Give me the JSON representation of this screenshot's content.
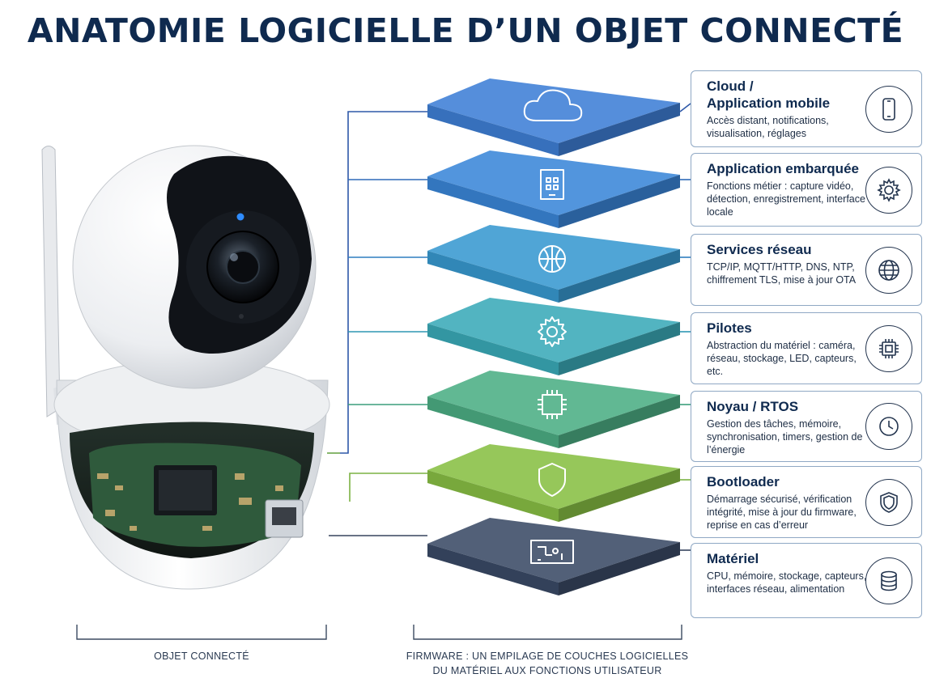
{
  "title": "ANATOMIE LOGICIELLE D’UN OBJET CONNECTÉ",
  "layers": [
    {
      "title_line1": "Cloud /",
      "title_line2": "Application mobile",
      "desc": "Accès distant, notifications, visualisation, réglages",
      "icon": "smartphone-icon",
      "color": "#3e7fd6"
    },
    {
      "title_line1": "Application embarquée",
      "title_line2": "",
      "desc": "Fonctions métier : capture vidéo, détection, enregistrement, interface locale",
      "icon": "gear-icon",
      "color": "#3a86d8"
    },
    {
      "title_line1": "Services réseau",
      "title_line2": "",
      "desc": "TCP/IP, MQTT/HTTP, DNS, NTP, chiffrement TLS, mise à jour OTA",
      "icon": "globe-icon",
      "color": "#3899d0"
    },
    {
      "title_line1": "Pilotes",
      "title_line2": "",
      "desc": "Abstraction du matériel : caméra, réseau, stockage, LED, capteurs, etc.",
      "icon": "chip-icon",
      "color": "#3aaab8"
    },
    {
      "title_line1": "Noyau / RTOS",
      "title_line2": "",
      "desc": "Gestion des tâches, mémoire, synchronisation, timers, gestion de l’énergie",
      "icon": "clock-icon",
      "color": "#4cae84"
    },
    {
      "title_line1": "Bootloader",
      "title_line2": "",
      "desc": "Démarrage sécurisé, vérification intégrité, mise à jour du firmware, reprise en cas d’erreur",
      "icon": "shield-icon",
      "color": "#88bf44"
    },
    {
      "title_line1": "Matériel",
      "title_line2": "",
      "desc": "CPU, mémoire, stockage, capteurs, interfaces réseau, alimentation",
      "icon": "database-icon",
      "color": "#3a4a66"
    }
  ],
  "captions": {
    "device": "OBJET CONNECTÉ",
    "firmware_line1": "FIRMWARE : UN EMPILAGE DE COUCHES LOGICIELLES",
    "firmware_line2": "DU MATÉRIEL AUX FONCTIONS UTILISATEUR"
  }
}
